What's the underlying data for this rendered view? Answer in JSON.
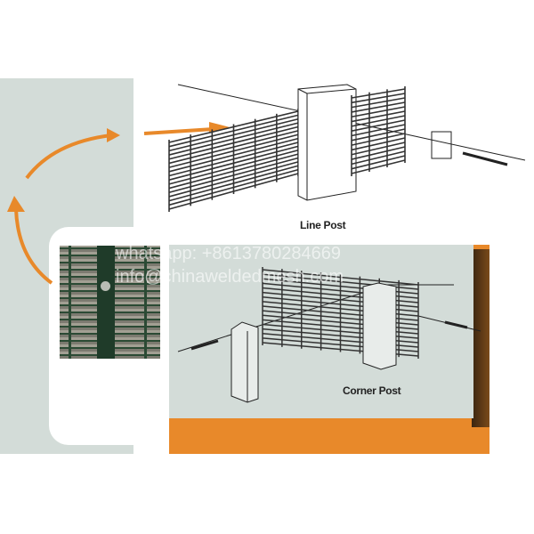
{
  "diagram": {
    "line_post_label": "Line Post",
    "corner_post_label": "Corner Post"
  },
  "watermark": {
    "line1": "whatsapp: +8613780284669",
    "line2": "info@chinaweldedmesh.com"
  },
  "colors": {
    "accent_orange": "#e8892a",
    "panel_gray": "#d3dcd8",
    "fence_green": "#2b4a34"
  }
}
